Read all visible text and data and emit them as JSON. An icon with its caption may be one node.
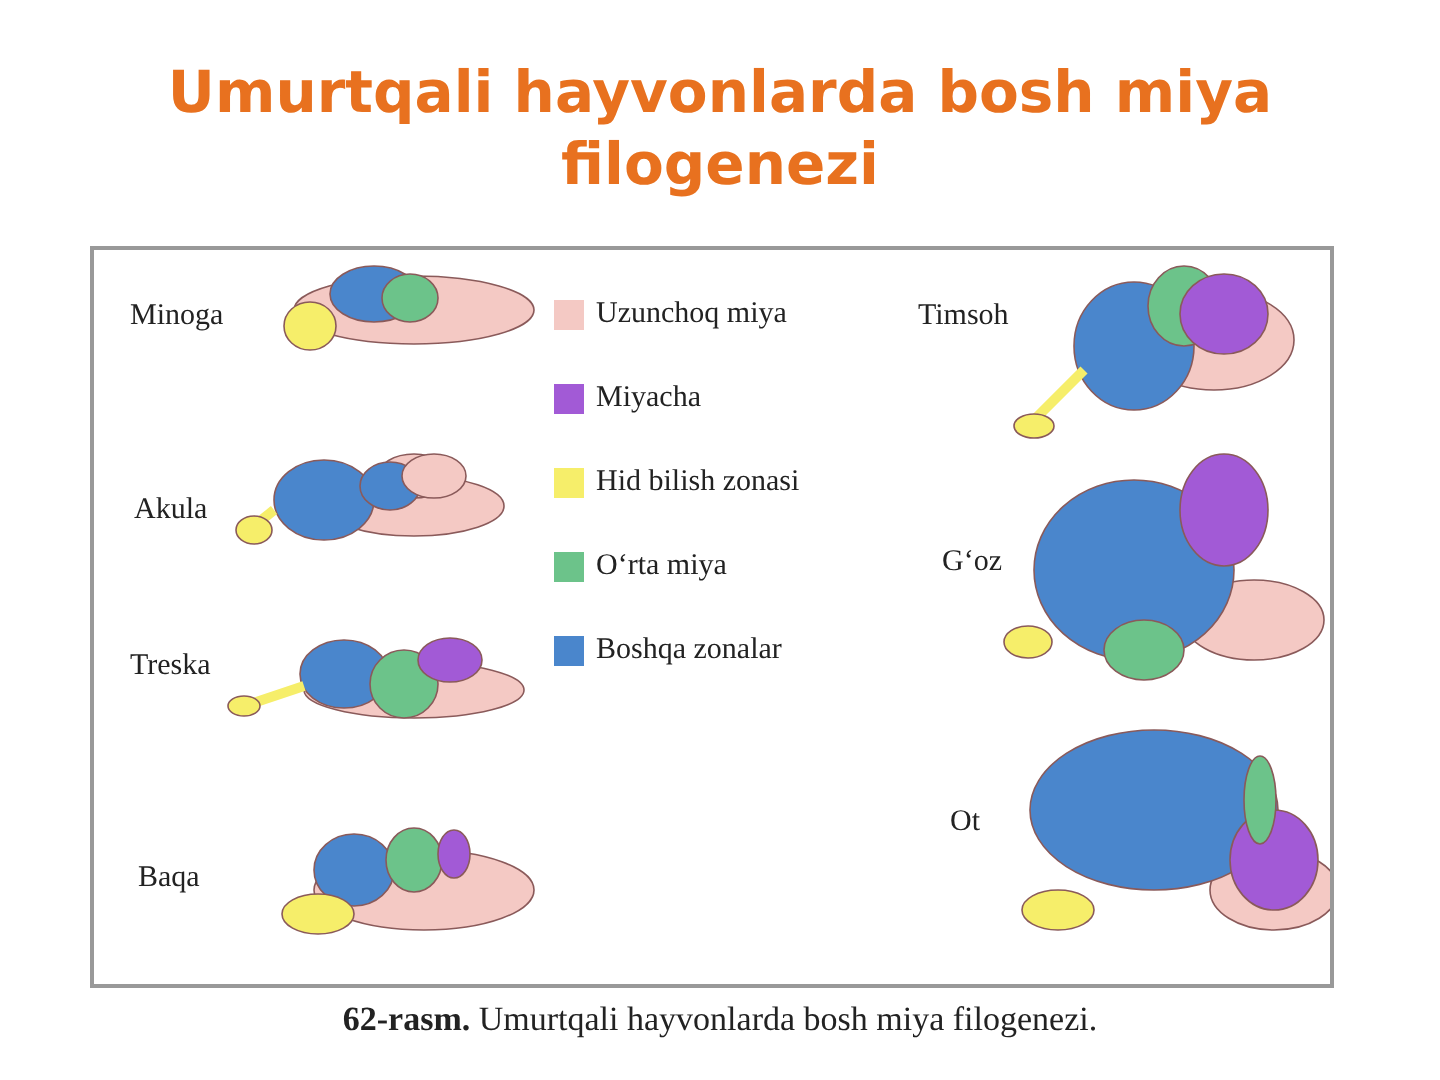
{
  "diagram": {
    "title": "Umurtqali hayvonlarda bosh miya filogenezi",
    "caption": "**62-rasm.** Umurtqali hayvonlarda bosh miya filogenezi.",
    "labels": [
      "Minoga",
      "Akula",
      "Treska",
      "Baqa",
      "Timsoh",
      "G‘oz",
      "Ot"
    ],
    "legend": [
      {
        "text": "Uzunchoq miya",
        "color": "#f4c9c4"
      },
      {
        "text": "Miyacha",
        "color": "#a25ad6"
      },
      {
        "text": "Hid bilish zonasi",
        "color": "#f6ee6a"
      },
      {
        "text": "O‘rta miya",
        "color": "#6cc38a"
      },
      {
        "text": "Boshqa zonalar",
        "color": "#4a86cc"
      }
    ]
  }
}
